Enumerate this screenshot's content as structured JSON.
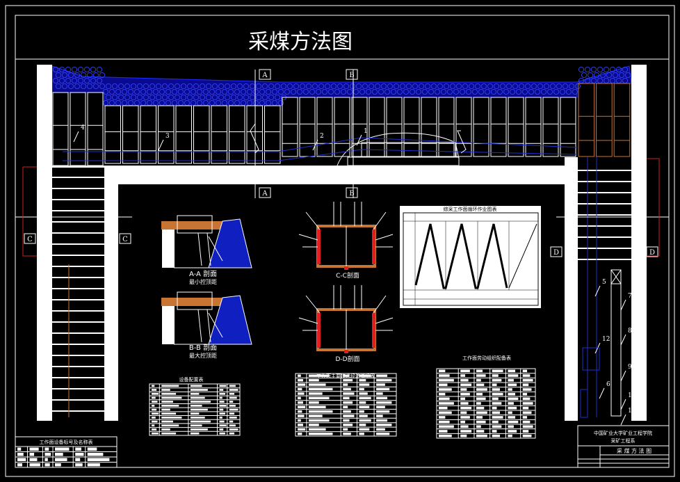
{
  "title": "采煤方法图",
  "section_markers": {
    "a": "A",
    "b": "B",
    "c": "C",
    "d": "D"
  },
  "callouts": [
    "1",
    "2",
    "3",
    "4",
    "5",
    "6",
    "7",
    "8",
    "9",
    "10",
    "11",
    "12"
  ],
  "sections": {
    "aa_label": "A-A 剖面",
    "aa_sub": "最小控顶距",
    "bb_label": "B-B 剖面",
    "bb_sub": "最大控顶距",
    "cc_label": "C-C剖面",
    "dd_label": "D-D剖面"
  },
  "cycle_chart": {
    "title": "综采工作面循环作业图表"
  },
  "tables": {
    "equipment_config": "设备配置表",
    "tech_econ": "工作面主要技术经济指标表",
    "labor": "工作面劳动组织配备表",
    "equipment_names": "工作面设备标号及名称表"
  },
  "title_block": {
    "institution": "中国矿业大学矿业工程学院",
    "department": "采矿工程系",
    "drawing_name": "采 煤 方 法 图"
  },
  "colors": {
    "background": "#000000",
    "lines": "#ffffff",
    "gob": "#1a1aff",
    "supports_end": "#c87533",
    "bracket": "#cc2020"
  }
}
